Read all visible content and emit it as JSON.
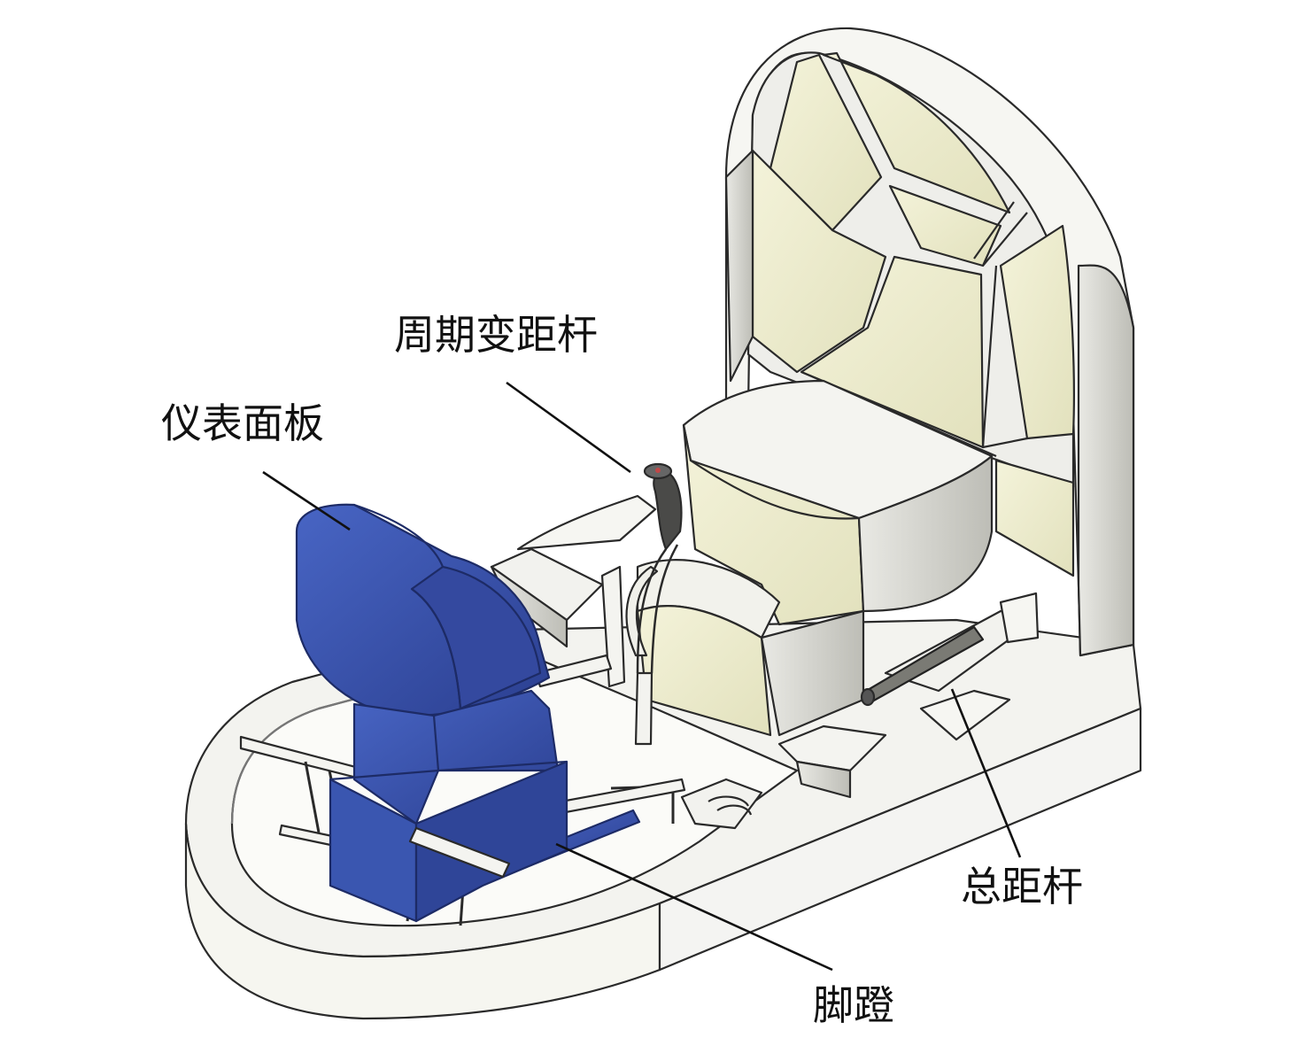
{
  "labels": {
    "cyclic_stick": "周期变距杆",
    "instrument_panel": "仪表面板",
    "collective_stick": "总距杆",
    "pedal": "脚蹬"
  },
  "colors": {
    "body_fill": "#f6f6f6",
    "cream_panel": "#f0efd2",
    "shadow": "#9a9a94",
    "outline": "#2a2a2a",
    "panel_blue": "#3a56b0",
    "panel_blue_dark": "#26387a",
    "leader_line": "#111111"
  }
}
